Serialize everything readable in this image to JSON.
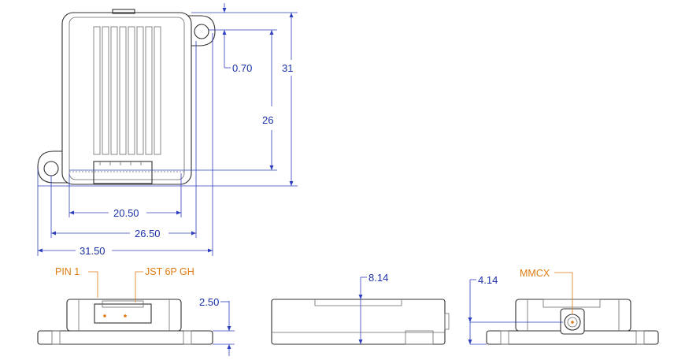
{
  "dimensions": {
    "top_offset": "0.70",
    "total_height": "31",
    "hole_spacing_v": "26",
    "inner_width": "20.50",
    "hole_spacing_h": "26.50",
    "total_width": "31.50",
    "base_thickness": "2.50",
    "side_height": "8.14",
    "connector_height": "4.14"
  },
  "callouts": {
    "pin1": "PIN 1",
    "jst": "JST 6P GH",
    "mmcx": "MMCX"
  },
  "colors": {
    "dimension": "#2f3fbf",
    "callout": "#e07a10",
    "outline": "#303030"
  }
}
